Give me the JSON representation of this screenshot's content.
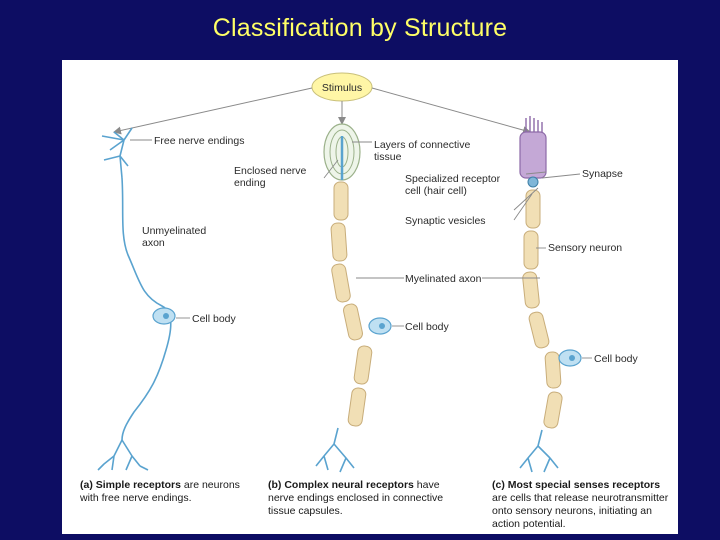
{
  "slide": {
    "title": "Classification by Structure"
  },
  "figure": {
    "stimulus": "Stimulus",
    "labels": {
      "free_nerve_endings": "Free nerve endings",
      "enclosed_nerve_ending_1": "Enclosed nerve",
      "enclosed_nerve_ending_2": "ending",
      "unmyelinated_axon_1": "Unmyelinated",
      "unmyelinated_axon_2": "axon",
      "cell_body_a": "Cell body",
      "layers_connective_1": "Layers of connective",
      "layers_connective_2": "tissue",
      "specialized_receptor_1": "Specialized receptor",
      "specialized_receptor_2": "cell (hair cell)",
      "synaptic_vesicles": "Synaptic vesicles",
      "synapse": "Synapse",
      "sensory_neuron": "Sensory neuron",
      "myelinated_axon": "Myelinated axon",
      "cell_body_b": "Cell body",
      "cell_body_c": "Cell body"
    },
    "captions": {
      "a_bold": "(a) Simple receptors",
      "a_line1_rest": " are neurons",
      "a_line2": "with free nerve endings.",
      "b_bold": "(b) Complex neural receptors",
      "b_line1_rest": " have",
      "b_line2": "nerve endings enclosed in connective",
      "b_line3": "tissue capsules.",
      "c_line1_pre": "(c) Most ",
      "c_bold": "special senses receptors",
      "c_line2": "are cells that release neurotransmitter",
      "c_line3": "onto sensory neurons, initiating an",
      "c_line4": "action potential."
    },
    "colors": {
      "neuron": "#5aa3cf",
      "neuron_fill": "#bfe0f2",
      "myelin": "#f1dfb5",
      "myelin_edge": "#c8ad7a",
      "hair_cell": "#c4a8d6",
      "stimulus": "#fff6a6",
      "pointer": "#7a7a7a"
    }
  }
}
